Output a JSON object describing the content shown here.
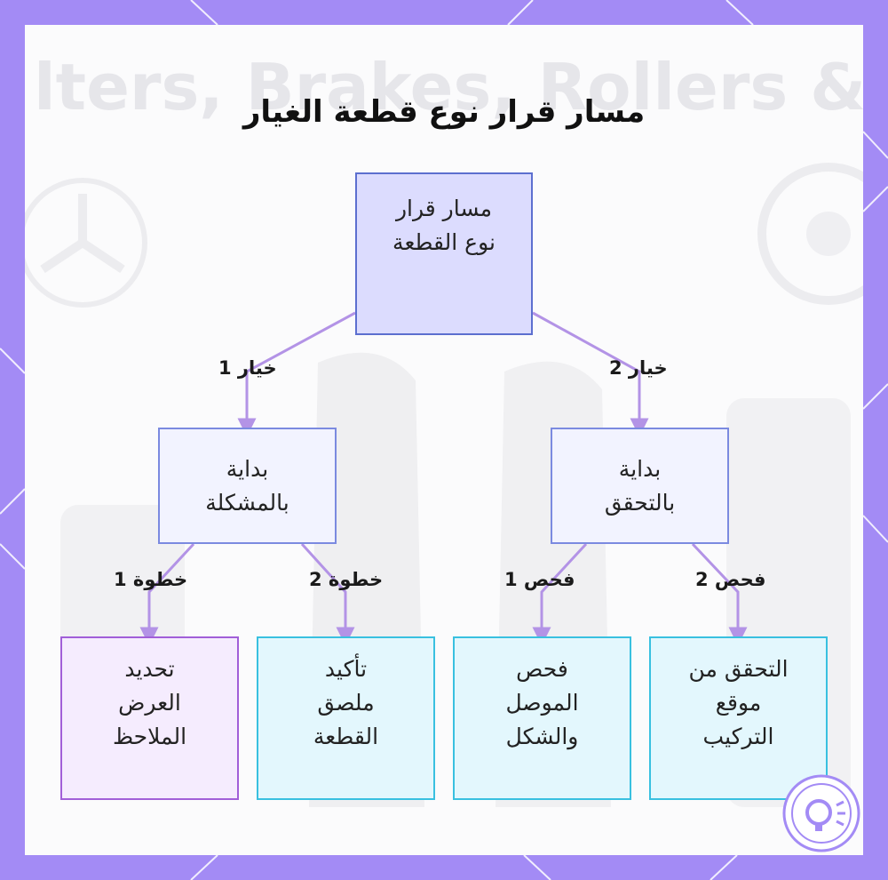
{
  "title": "مسار قرار نوع قطعة الغيار",
  "watermark": "lters, Brakes, Rollers & Mo",
  "nodes": {
    "root": "مسار قرار\nنوع القطعة",
    "problem": "بداية\nبالمشكلة",
    "verify": "بداية\nبالتحقق",
    "identify_symptom": "تحديد\nالعرض\nالملاحظ",
    "confirm_label": "تأكيد\nملصق\nالقطعة",
    "check_connector": "فحص\nالموصل\nوالشكل",
    "check_position": "التحقق من\nموقع\nالتركيب"
  },
  "edges": {
    "option1": "خيار 1",
    "option2": "خيار 2",
    "step1": "خطوة 1",
    "step2": "خطوة 2",
    "check1": "فحص 1",
    "check2": "فحص 2"
  },
  "colors": {
    "frame": "#a38bf5",
    "connector": "#b393e6",
    "root_fill": "#dcdcfe",
    "root_border": "#5c6fcf",
    "mid_fill": "#f2f3ff",
    "mid_border": "#7b8ae0",
    "purple_fill": "#f5ecfe",
    "purple_border": "#a15fd8",
    "cyan_fill": "#e3f7fd",
    "cyan_border": "#39c0e0"
  },
  "icons": {
    "badge": "lightbulb-badge-icon"
  }
}
